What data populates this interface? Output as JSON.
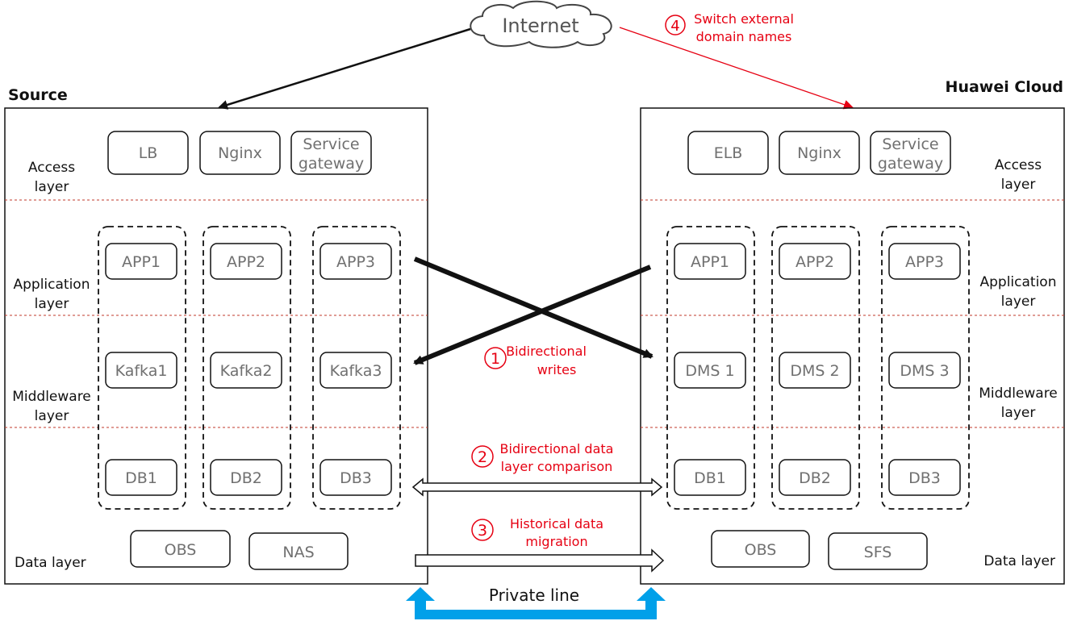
{
  "internet": {
    "label": "Internet"
  },
  "source": {
    "title": "Source",
    "layers": {
      "access": [
        "Access",
        "layer"
      ],
      "application": [
        "Application",
        "layer"
      ],
      "middleware": [
        "Middleware",
        "layer"
      ],
      "data": "Data layer"
    },
    "access_boxes": [
      [
        "LB"
      ],
      [
        "Nginx"
      ],
      [
        "Service",
        "gateway"
      ]
    ],
    "apps": [
      "APP1",
      "APP2",
      "APP3"
    ],
    "middleware": [
      "Kafka1",
      "Kafka2",
      "Kafka3"
    ],
    "dbs": [
      "DB1",
      "DB2",
      "DB3"
    ],
    "storage": [
      "OBS",
      "NAS"
    ]
  },
  "target": {
    "title": "Huawei Cloud",
    "layers": {
      "access": [
        "Access",
        "layer"
      ],
      "application": [
        "Application",
        "layer"
      ],
      "middleware": [
        "Middleware",
        "layer"
      ],
      "data": "Data layer"
    },
    "access_boxes": [
      [
        "ELB"
      ],
      [
        "Nginx"
      ],
      [
        "Service",
        "gateway"
      ]
    ],
    "apps": [
      "APP1",
      "APP2",
      "APP3"
    ],
    "middleware": [
      "DMS 1",
      "DMS 2",
      "DMS 3"
    ],
    "dbs": [
      "DB1",
      "DB2",
      "DB3"
    ],
    "storage": [
      "OBS",
      "SFS"
    ]
  },
  "steps": [
    {
      "num": "1",
      "lines": [
        "Bidirectional",
        "writes"
      ]
    },
    {
      "num": "2",
      "lines": [
        "Bidirectional data",
        "layer comparison"
      ]
    },
    {
      "num": "3",
      "lines": [
        "Historical data",
        "migration"
      ]
    },
    {
      "num": "4",
      "lines": [
        "Switch external",
        "domain names"
      ]
    }
  ],
  "private_line": {
    "label": "Private line"
  },
  "colors": {
    "step_red": "#e60012",
    "private_line_blue": "#00a0e9",
    "layer_divider": "#c0392b",
    "box_text": "#707070"
  }
}
